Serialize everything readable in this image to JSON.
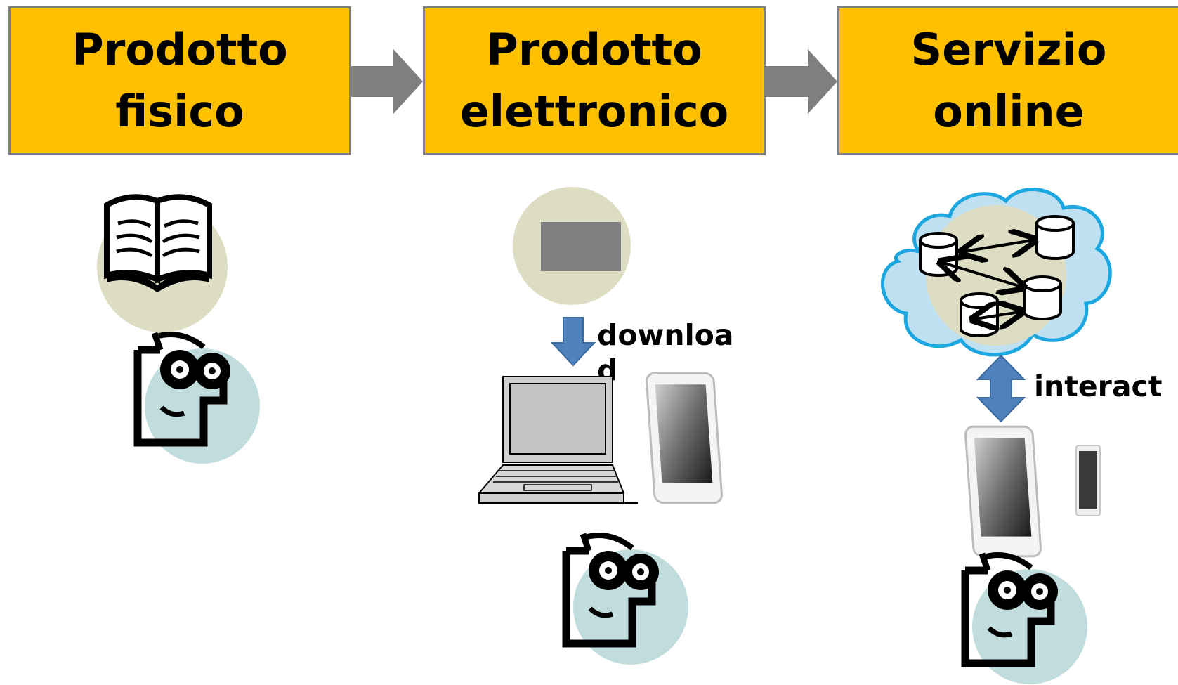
{
  "stages": [
    {
      "title": "Prodotto\nfisico"
    },
    {
      "title": "Prodotto\nelettronico"
    },
    {
      "title": "Servizio\nonline"
    }
  ],
  "labels": {
    "download": "download",
    "interact": "interact"
  },
  "colors": {
    "box_fill": "#FFC000",
    "box_border": "#7F7F7F",
    "flow_arrow": "#7F7F7F",
    "blue_arrow": "#4F81BD",
    "cloud_fill": "#BFE0F0",
    "cloud_border": "#1CA7E0",
    "beige_circle": "#DDDDC4",
    "teal_circle": "#C0DCDC"
  },
  "icons": [
    "book-icon",
    "person-icon",
    "document-icon",
    "laptop-icon",
    "tablet-icon",
    "cloud-icon",
    "database-icon"
  ]
}
